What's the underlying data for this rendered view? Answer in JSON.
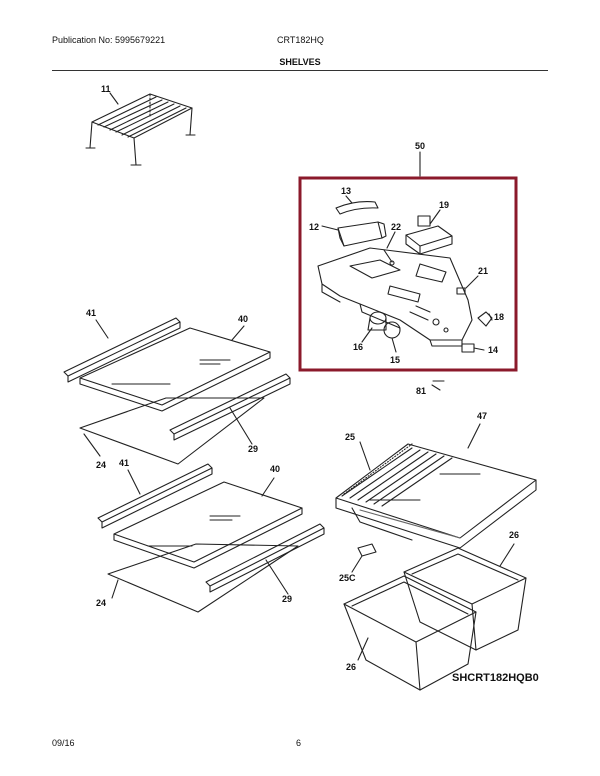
{
  "header": {
    "publication": "Publication No: 5995679221",
    "model": "CRT182HQ",
    "section": "SHELVES"
  },
  "footer": {
    "date": "09/16",
    "page": "6"
  },
  "diagram": {
    "highlight_color": "#8b1a2b",
    "code": "SHCRT182HQB0",
    "callouts": {
      "c11": "11",
      "c50": "50",
      "c13": "13",
      "c19": "19",
      "c12": "12",
      "c22": "22",
      "c21": "21",
      "c18": "18",
      "c16": "16",
      "c15": "15",
      "c14": "14",
      "c81": "81",
      "c41a": "41",
      "c40a": "40",
      "c29a": "29",
      "c24a": "24",
      "c41b": "41",
      "c40b": "40",
      "c29b": "29",
      "c24b": "24",
      "c47": "47",
      "c25": "25",
      "c26a": "26",
      "c25c": "25C",
      "c26b": "26"
    }
  }
}
